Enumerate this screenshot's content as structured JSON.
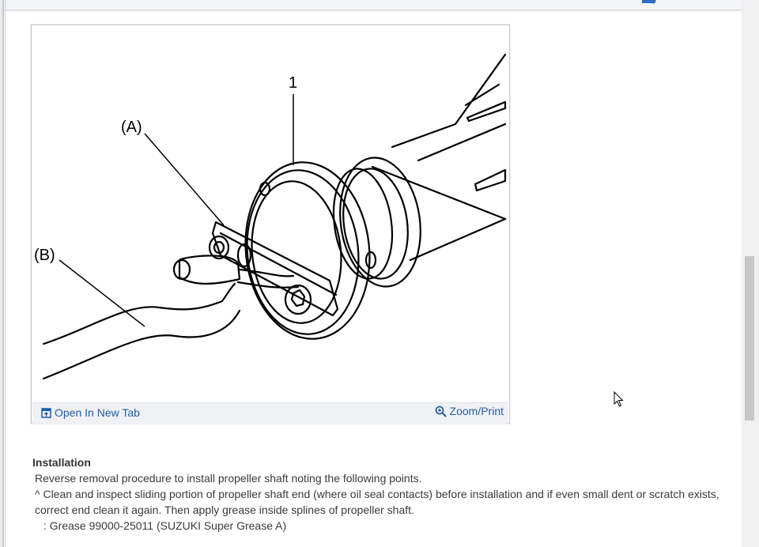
{
  "figure": {
    "callouts": {
      "part_1": "1",
      "part_a": "(A)",
      "part_b": "(B)"
    },
    "toolbar": {
      "open_tab_label": "Open In New Tab",
      "open_tab_icon": "open-in-new-tab-icon",
      "zoom_label": "Zoom/Print",
      "zoom_icon": "magnifier-icon"
    }
  },
  "content": {
    "heading": "Installation",
    "line1": "Reverse removal procedure to install propeller shaft noting the following points.",
    "line2": "^  Clean and inspect sliding portion of propeller shaft end (where oil seal contacts) before installation and if even small dent or scratch exists, correct end clean it again. Then apply grease inside splines of propeller shaft.",
    "line3": ": Grease 99000-25011 (SUZUKI Super Grease A)"
  },
  "colors": {
    "link": "#1f5ea8",
    "toolbar_bg": "#f0f1f5",
    "scrollbar_thumb": "#c7c7c7"
  }
}
